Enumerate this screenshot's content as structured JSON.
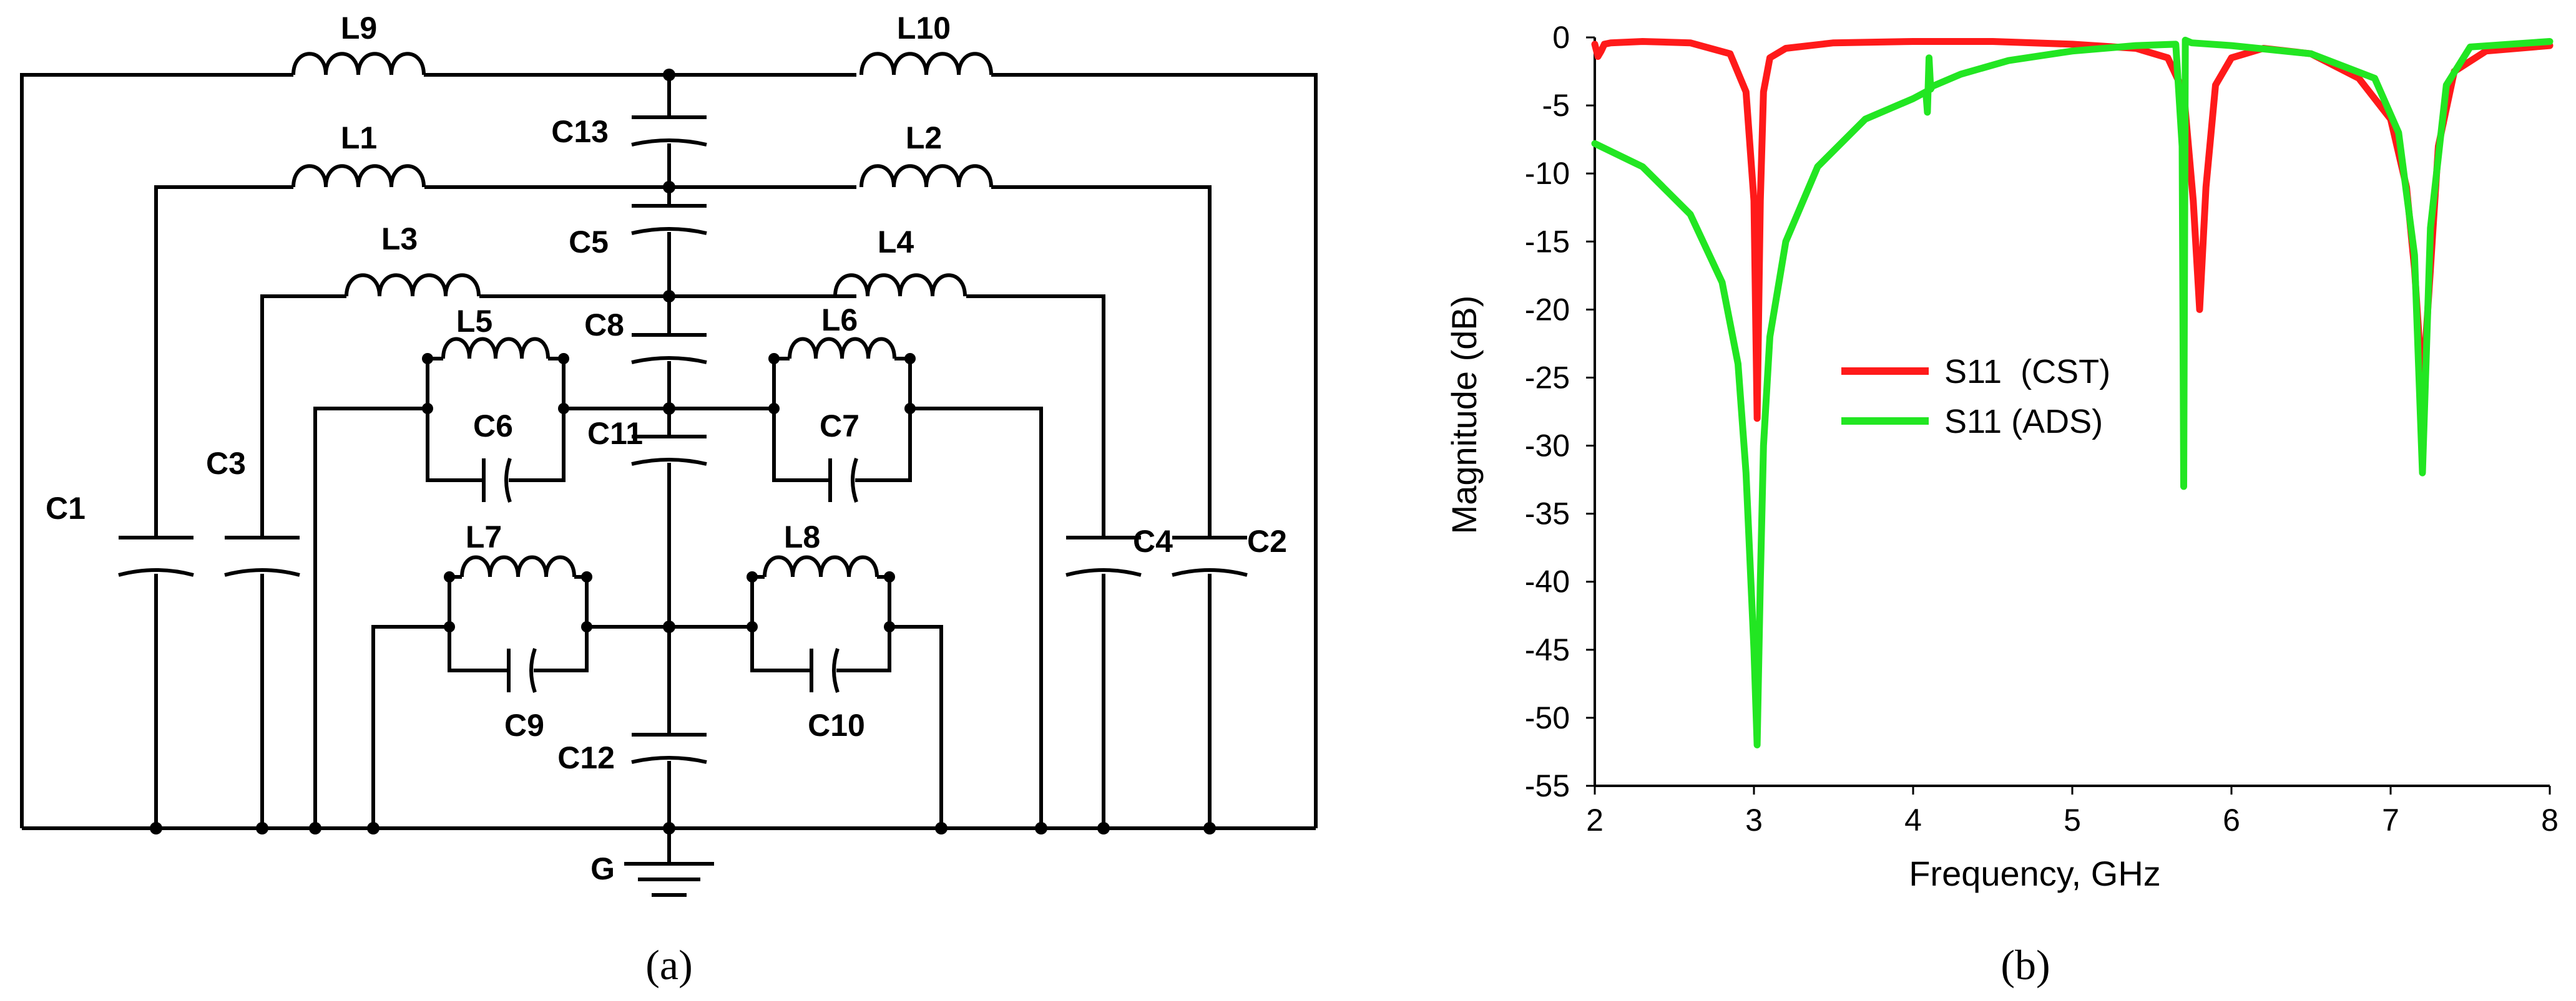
{
  "circuit": {
    "inductors": [
      "L9",
      "L10",
      "L1",
      "L2",
      "L3",
      "L4",
      "L5",
      "L6",
      "L7",
      "L8"
    ],
    "capacitors": [
      "C13",
      "C5",
      "C8",
      "C11",
      "C12",
      "C1",
      "C3",
      "C4",
      "C2",
      "C6",
      "C7",
      "C9",
      "C10"
    ],
    "ground_label": "G",
    "caption_a": "(a)"
  },
  "chart_data": {
    "type": "line",
    "xlabel": "Frequency, GHz",
    "ylabel": "Magnitude (dB)",
    "xlim": [
      2,
      8
    ],
    "ylim": [
      -55,
      0
    ],
    "x_ticks": [
      "2",
      "3",
      "4",
      "5",
      "6",
      "7",
      "8"
    ],
    "y_ticks": [
      "0",
      "-5",
      "-10",
      "-15",
      "-20",
      "-25",
      "-30",
      "-35",
      "-40",
      "-45",
      "-50",
      "-55"
    ],
    "legend_position": "center",
    "series": [
      {
        "name": "S11  (CST)",
        "color": "#ff1a1a",
        "x": [
          2.0,
          2.02,
          2.04,
          2.06,
          2.1,
          2.3,
          2.6,
          2.85,
          2.95,
          3.0,
          3.02,
          3.04,
          3.06,
          3.1,
          3.2,
          3.5,
          4.0,
          4.5,
          5.0,
          5.4,
          5.6,
          5.7,
          5.76,
          5.8,
          5.84,
          5.9,
          6.0,
          6.2,
          6.5,
          6.8,
          7.0,
          7.1,
          7.15,
          7.2,
          7.25,
          7.3,
          7.4,
          7.6,
          8.0
        ],
        "y": [
          -0.5,
          -1.4,
          -1.0,
          -0.5,
          -0.4,
          -0.3,
          -0.4,
          -1.2,
          -4.0,
          -12.0,
          -28.0,
          -12.0,
          -4.0,
          -1.5,
          -0.8,
          -0.4,
          -0.3,
          -0.3,
          -0.5,
          -0.8,
          -1.5,
          -4.0,
          -12.0,
          -20.0,
          -11.0,
          -3.5,
          -1.5,
          -0.8,
          -1.2,
          -3.0,
          -6.0,
          -11.0,
          -17.0,
          -26.0,
          -17.0,
          -8.0,
          -2.5,
          -1.0,
          -0.6
        ]
      },
      {
        "name": "S11 (ADS)",
        "color": "#22e622",
        "x": [
          2.0,
          2.3,
          2.6,
          2.8,
          2.9,
          2.95,
          3.0,
          3.02,
          3.04,
          3.06,
          3.1,
          3.2,
          3.4,
          3.7,
          4.0,
          4.08,
          4.09,
          4.1,
          4.11,
          4.12,
          4.3,
          4.6,
          5.0,
          5.4,
          5.65,
          5.69,
          5.7,
          5.71,
          5.75,
          6.0,
          6.5,
          6.9,
          7.05,
          7.15,
          7.2,
          7.25,
          7.35,
          7.5,
          8.0
        ],
        "y": [
          -7.8,
          -9.5,
          -13.0,
          -18.0,
          -24.0,
          -32.0,
          -45.0,
          -52.0,
          -40.0,
          -30.0,
          -22.0,
          -15.0,
          -9.5,
          -6.0,
          -4.5,
          -4.0,
          -5.5,
          -1.5,
          -3.8,
          -3.6,
          -2.7,
          -1.7,
          -1.0,
          -0.6,
          -0.5,
          -8.0,
          -33.0,
          -0.2,
          -0.4,
          -0.6,
          -1.2,
          -3.0,
          -7.0,
          -16.0,
          -32.0,
          -14.0,
          -3.5,
          -0.7,
          -0.3
        ]
      }
    ],
    "caption_b": "(b)"
  }
}
